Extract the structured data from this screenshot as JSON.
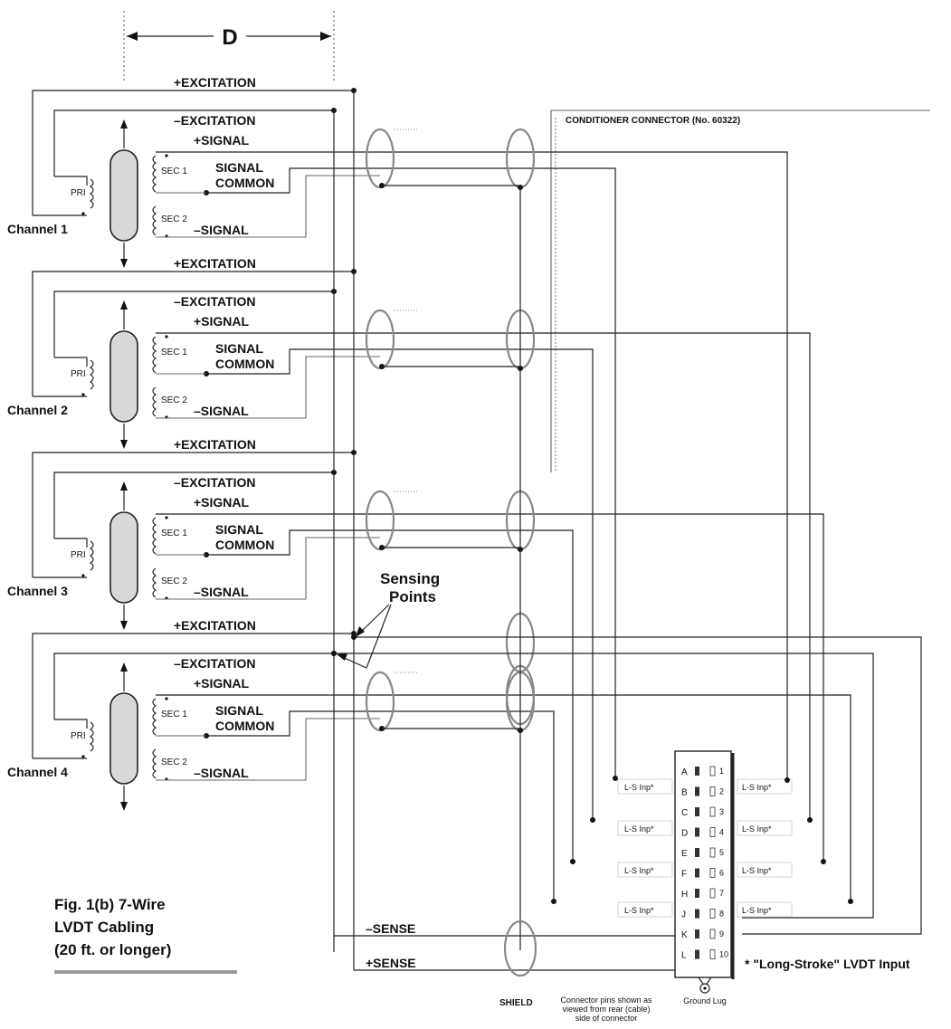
{
  "dimension_label": "D",
  "connector_title": "CONDITIONER CONNECTOR (No. 60322)",
  "channel_labels": {
    "excitation_plus": "+EXCITATION",
    "excitation_minus": "–EXCITATION",
    "signal_plus": "+SIGNAL",
    "signal_common_1": "SIGNAL",
    "signal_common_2": "COMMON",
    "signal_minus": "–SIGNAL",
    "sec1": "SEC 1",
    "sec2": "SEC 2",
    "pri": "PRI"
  },
  "channels": [
    {
      "name": "Channel 1"
    },
    {
      "name": "Channel 2"
    },
    {
      "name": "Channel 3"
    },
    {
      "name": "Channel 4"
    }
  ],
  "sensing_points": {
    "line1": "Sensing",
    "line2": "Points"
  },
  "sense_minus": "–SENSE",
  "sense_plus": "+SENSE",
  "shield": "SHIELD",
  "pins_left": [
    "A",
    "B",
    "C",
    "D",
    "E",
    "F",
    "H",
    "J",
    "K",
    "L"
  ],
  "pins_right": [
    "1",
    "2",
    "3",
    "4",
    "5",
    "6",
    "7",
    "8",
    "9",
    "10"
  ],
  "ls_input_label": "L-S Inp*",
  "connector_note": [
    "Connector pins shown as",
    "viewed from rear (cable)",
    "side of connector"
  ],
  "ground_lug": "Ground Lug",
  "footnote": "* \"Long-Stroke\" LVDT Input",
  "figure_caption": [
    "Fig. 1(b)  7-Wire",
    "LVDT Cabling",
    "(20 ft. or longer)"
  ]
}
